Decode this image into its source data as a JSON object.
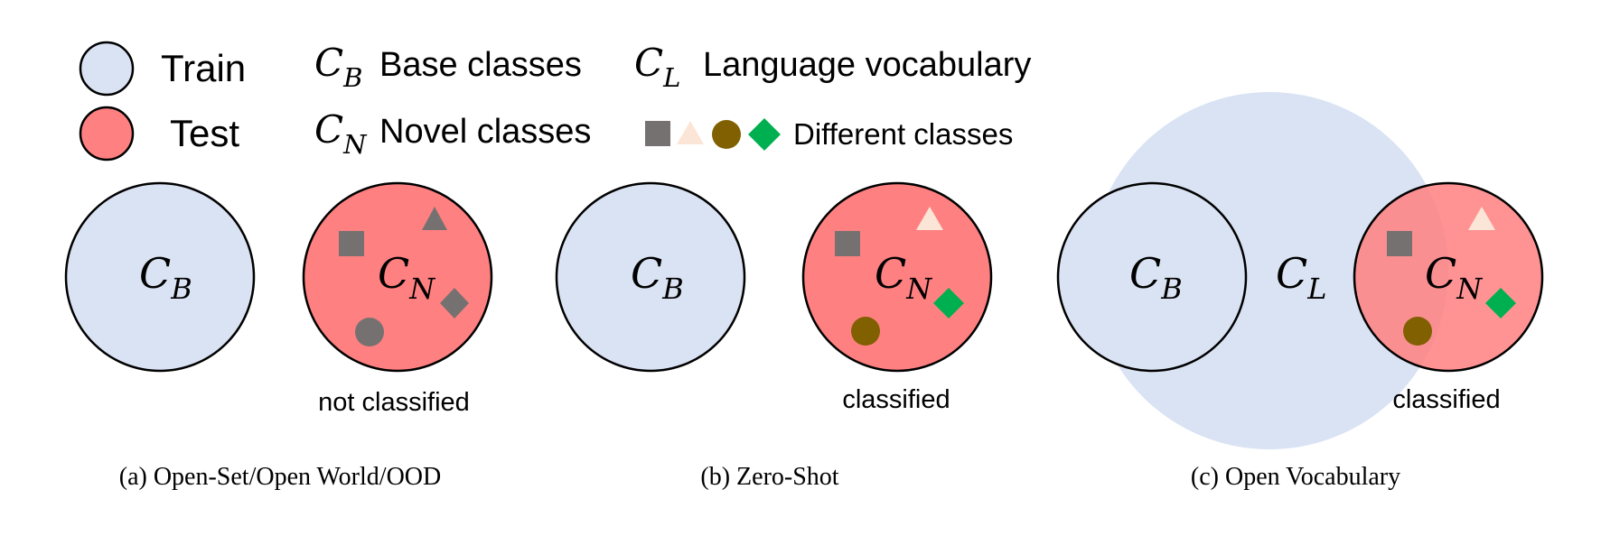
{
  "legend": {
    "train_label": "Train",
    "test_label": "Test",
    "base_symbol": "C",
    "base_sub": "B",
    "base_label": "Base classes",
    "novel_symbol": "C",
    "novel_sub": "N",
    "novel_label": "Novel classes",
    "vocab_symbol": "C",
    "vocab_sub": "L",
    "vocab_label": "Language vocabulary",
    "shapes_label": "Different classes"
  },
  "colors": {
    "train_fill": "#dae3f3",
    "test_fill": "#ff8080",
    "vocab_fill": "#dae3f3",
    "gray_shape": "#767171",
    "peach_shape": "#fbe5d6",
    "brown_shape": "#806000",
    "green_shape": "#00b050"
  },
  "panels": [
    {
      "caption": "(a) Open-Set/Open World/OOD",
      "base_symbol": "C",
      "base_sub": "B",
      "novel_symbol": "C",
      "novel_sub": "N",
      "status": "not classified"
    },
    {
      "caption": "(b) Zero-Shot",
      "base_symbol": "C",
      "base_sub": "B",
      "novel_symbol": "C",
      "novel_sub": "N",
      "status": "classified"
    },
    {
      "caption": "(c) Open Vocabulary",
      "base_symbol": "C",
      "base_sub": "B",
      "vocab_symbol": "C",
      "vocab_sub": "L",
      "novel_symbol": "C",
      "novel_sub": "N",
      "status": "classified"
    }
  ]
}
